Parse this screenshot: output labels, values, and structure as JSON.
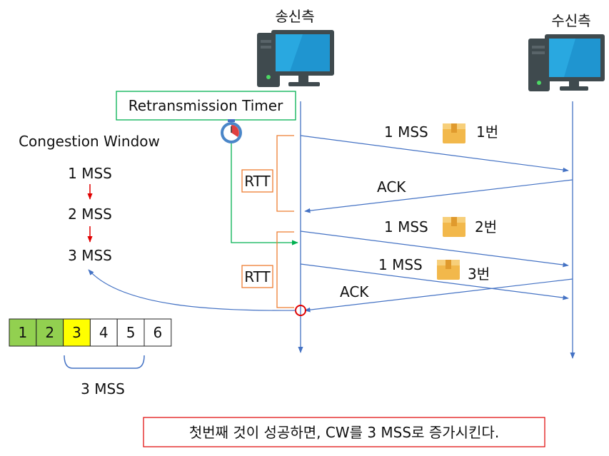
{
  "sender": {
    "title": "송신측"
  },
  "receiver": {
    "title": "수신측"
  },
  "timer_label": "Retransmission Timer",
  "cw": {
    "title": "Congestion Window",
    "steps": [
      "1 MSS",
      "2 MSS",
      "3 MSS"
    ]
  },
  "rtt_label": "RTT",
  "messages": {
    "seg1": {
      "size": "1 MSS",
      "num": "1번"
    },
    "ack1": "ACK",
    "seg2": {
      "size": "1 MSS",
      "num": "2번"
    },
    "seg3": {
      "size": "1 MSS",
      "num": "3번"
    },
    "ack2": "ACK"
  },
  "window_cells": [
    {
      "label": "1",
      "color": "#92d050"
    },
    {
      "label": "2",
      "color": "#92d050"
    },
    {
      "label": "3",
      "color": "#ffff00"
    },
    {
      "label": "4",
      "color": "#ffffff"
    },
    {
      "label": "5",
      "color": "#ffffff"
    },
    {
      "label": "6",
      "color": "#ffffff"
    }
  ],
  "window_brace_label": "3 MSS",
  "caption": "첫번째 것이 성공하면, CW를 3 MSS로 증가시킨다.",
  "colors": {
    "arrow_blue": "#4472c4",
    "timer_green": "#00b050",
    "rtt_orange": "#ed7d31",
    "red": "#e00000",
    "monitor_blue": "#29a8e0",
    "tower_gray": "#3f4a4e"
  }
}
